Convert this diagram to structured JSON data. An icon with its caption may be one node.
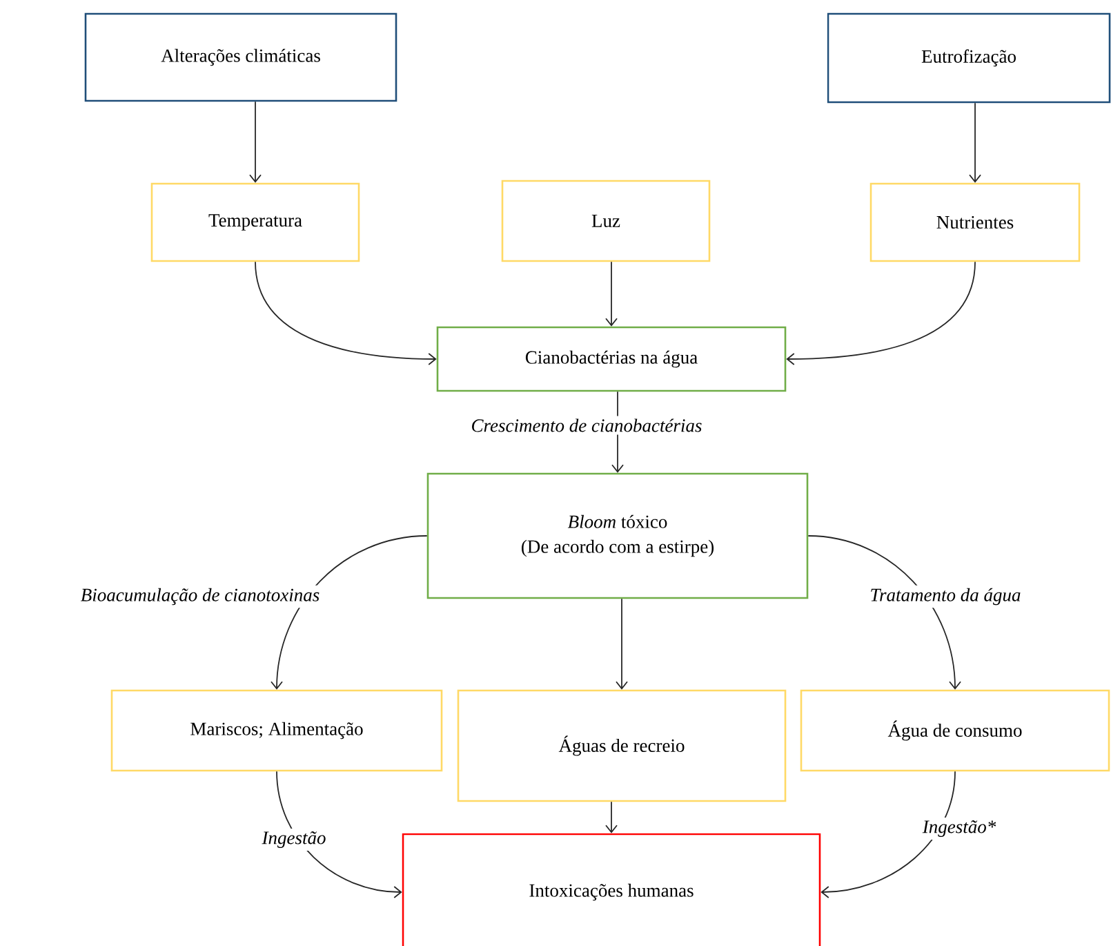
{
  "diagram": {
    "nodes": [
      {
        "text": [
          "Alterações climáticas"
        ]
      },
      {
        "text": [
          "Eutrofização"
        ]
      },
      {
        "text": [
          "Temperatura"
        ]
      },
      {
        "text": [
          "Luz"
        ]
      },
      {
        "text": [
          "Nutrientes"
        ]
      },
      {
        "text": [
          "Cianobactérias na água"
        ]
      },
      {
        "text": [
          "*Bloom* tóxico",
          "(De acordo com a estirpe)"
        ]
      },
      {
        "text": [
          "Mariscos; Alimentação"
        ]
      },
      {
        "text": [
          "Águas de recreio"
        ]
      },
      {
        "text": [
          "Água de consumo"
        ]
      },
      {
        "text": [
          "Intoxicações humanas"
        ]
      }
    ],
    "edges": [
      {
        "from": 0,
        "to": 2,
        "arrow": "to"
      },
      {
        "from": 1,
        "to": 4,
        "arrow": "to"
      },
      {
        "from": 2,
        "to": 5,
        "arrow": "to"
      },
      {
        "from": 3,
        "to": 5,
        "arrow": "to"
      },
      {
        "from": 4,
        "to": 5,
        "arrow": "to"
      },
      {
        "from": 5,
        "to": 6,
        "arrow": "to",
        "label": "Crescimento de cianobactérias"
      },
      {
        "from": 6,
        "to": 7,
        "arrow": "to",
        "label": "Bioacumulação de cianotoxinas"
      },
      {
        "from": 6,
        "to": 8,
        "arrow": "to"
      },
      {
        "from": 6,
        "to": 9,
        "arrow": "to",
        "label": "Tratamento da água"
      },
      {
        "from": 7,
        "to": 10,
        "arrow": "to",
        "label": "Ingestão"
      },
      {
        "from": 8,
        "to": 10,
        "arrow": "to"
      },
      {
        "from": 9,
        "to": 10,
        "arrow": "to",
        "label": "Ingestão*"
      }
    ]
  }
}
